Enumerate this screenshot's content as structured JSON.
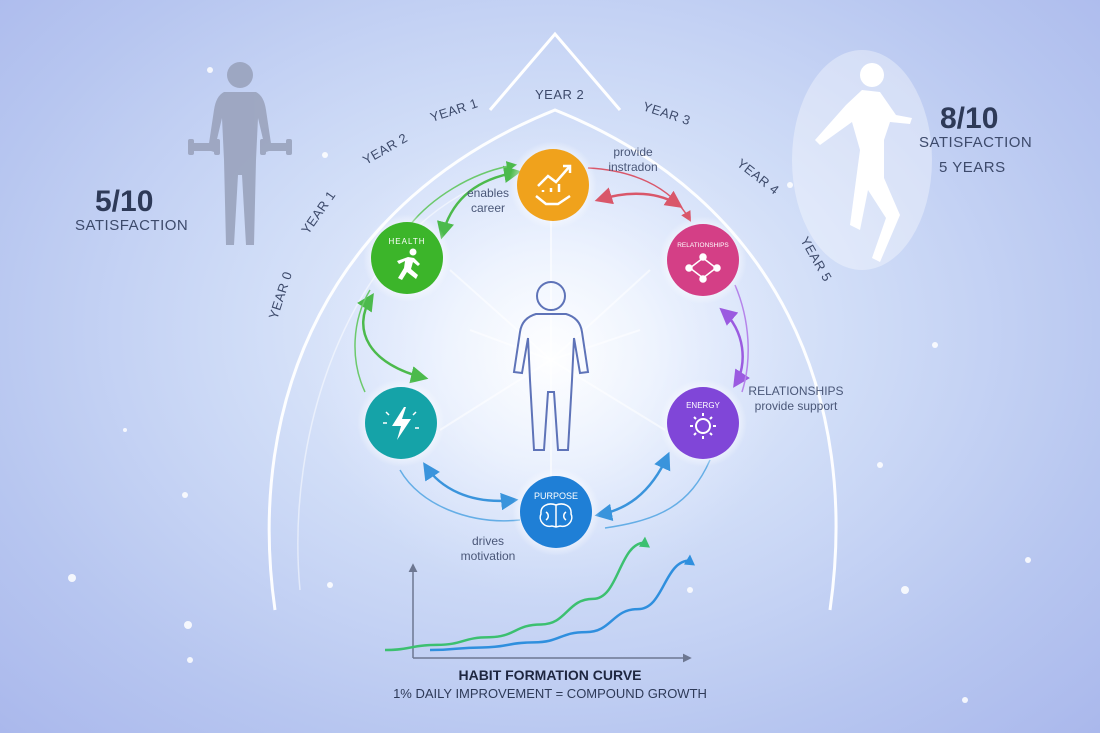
{
  "left_state": {
    "score": "5/10",
    "label": "SATISFACTION"
  },
  "right_state": {
    "score": "8/10",
    "label": "SATISFACTION",
    "duration": "5 YEARS"
  },
  "timeline_labels": {
    "outer": [
      "YEAR 0",
      "YEAR 1",
      "YEAR 2",
      "YEAR 1",
      "YEAR 2",
      "YEAR 3",
      "YEAR 4",
      "YEAR 5"
    ]
  },
  "nodes": {
    "career": {
      "icon": "growth-handshake-icon",
      "color": "#f0a21c"
    },
    "health": {
      "label": "HEALTH",
      "icon": "running-person-icon",
      "color": "#3cb52a"
    },
    "relationships": {
      "label": "RELATIONSHIPS",
      "icon": "network-icon",
      "color": "#d43f86"
    },
    "energy_left": {
      "icon": "lightning-icon",
      "color": "#15a3a8"
    },
    "energy": {
      "label": "ENERGY",
      "icon": "sun-icon",
      "color": "#8046d8"
    },
    "purpose": {
      "label": "PURPOSE",
      "icon": "brain-icon",
      "color": "#1f7fd6"
    }
  },
  "connections": {
    "enables_career": [
      "enables",
      "career"
    ],
    "provide_inspiration": [
      "provide",
      "instradon"
    ],
    "relationships_support": [
      "RELATIONSHIPS",
      "provide support"
    ],
    "drives_motivation": [
      "drives",
      "motivation"
    ]
  },
  "chart_data": {
    "type": "line",
    "title": "HABIT FORMATION CURVE",
    "subtitle": "1% DAILY IMPROVEMENT = COMPOUND GROWTH",
    "xlabel": "",
    "ylabel": "",
    "x": [
      0,
      1,
      2,
      3,
      4,
      5
    ],
    "series": [
      {
        "color": "#3cc070",
        "values": [
          0,
          2,
          5,
          10,
          20,
          42
        ]
      },
      {
        "color": "#2f8fde",
        "values": [
          0,
          1,
          3,
          7,
          16,
          35
        ]
      }
    ],
    "ylim": [
      0,
      45
    ],
    "grid": false
  },
  "colors": {
    "arc": "#ffffff",
    "text": "#2e3a58"
  }
}
